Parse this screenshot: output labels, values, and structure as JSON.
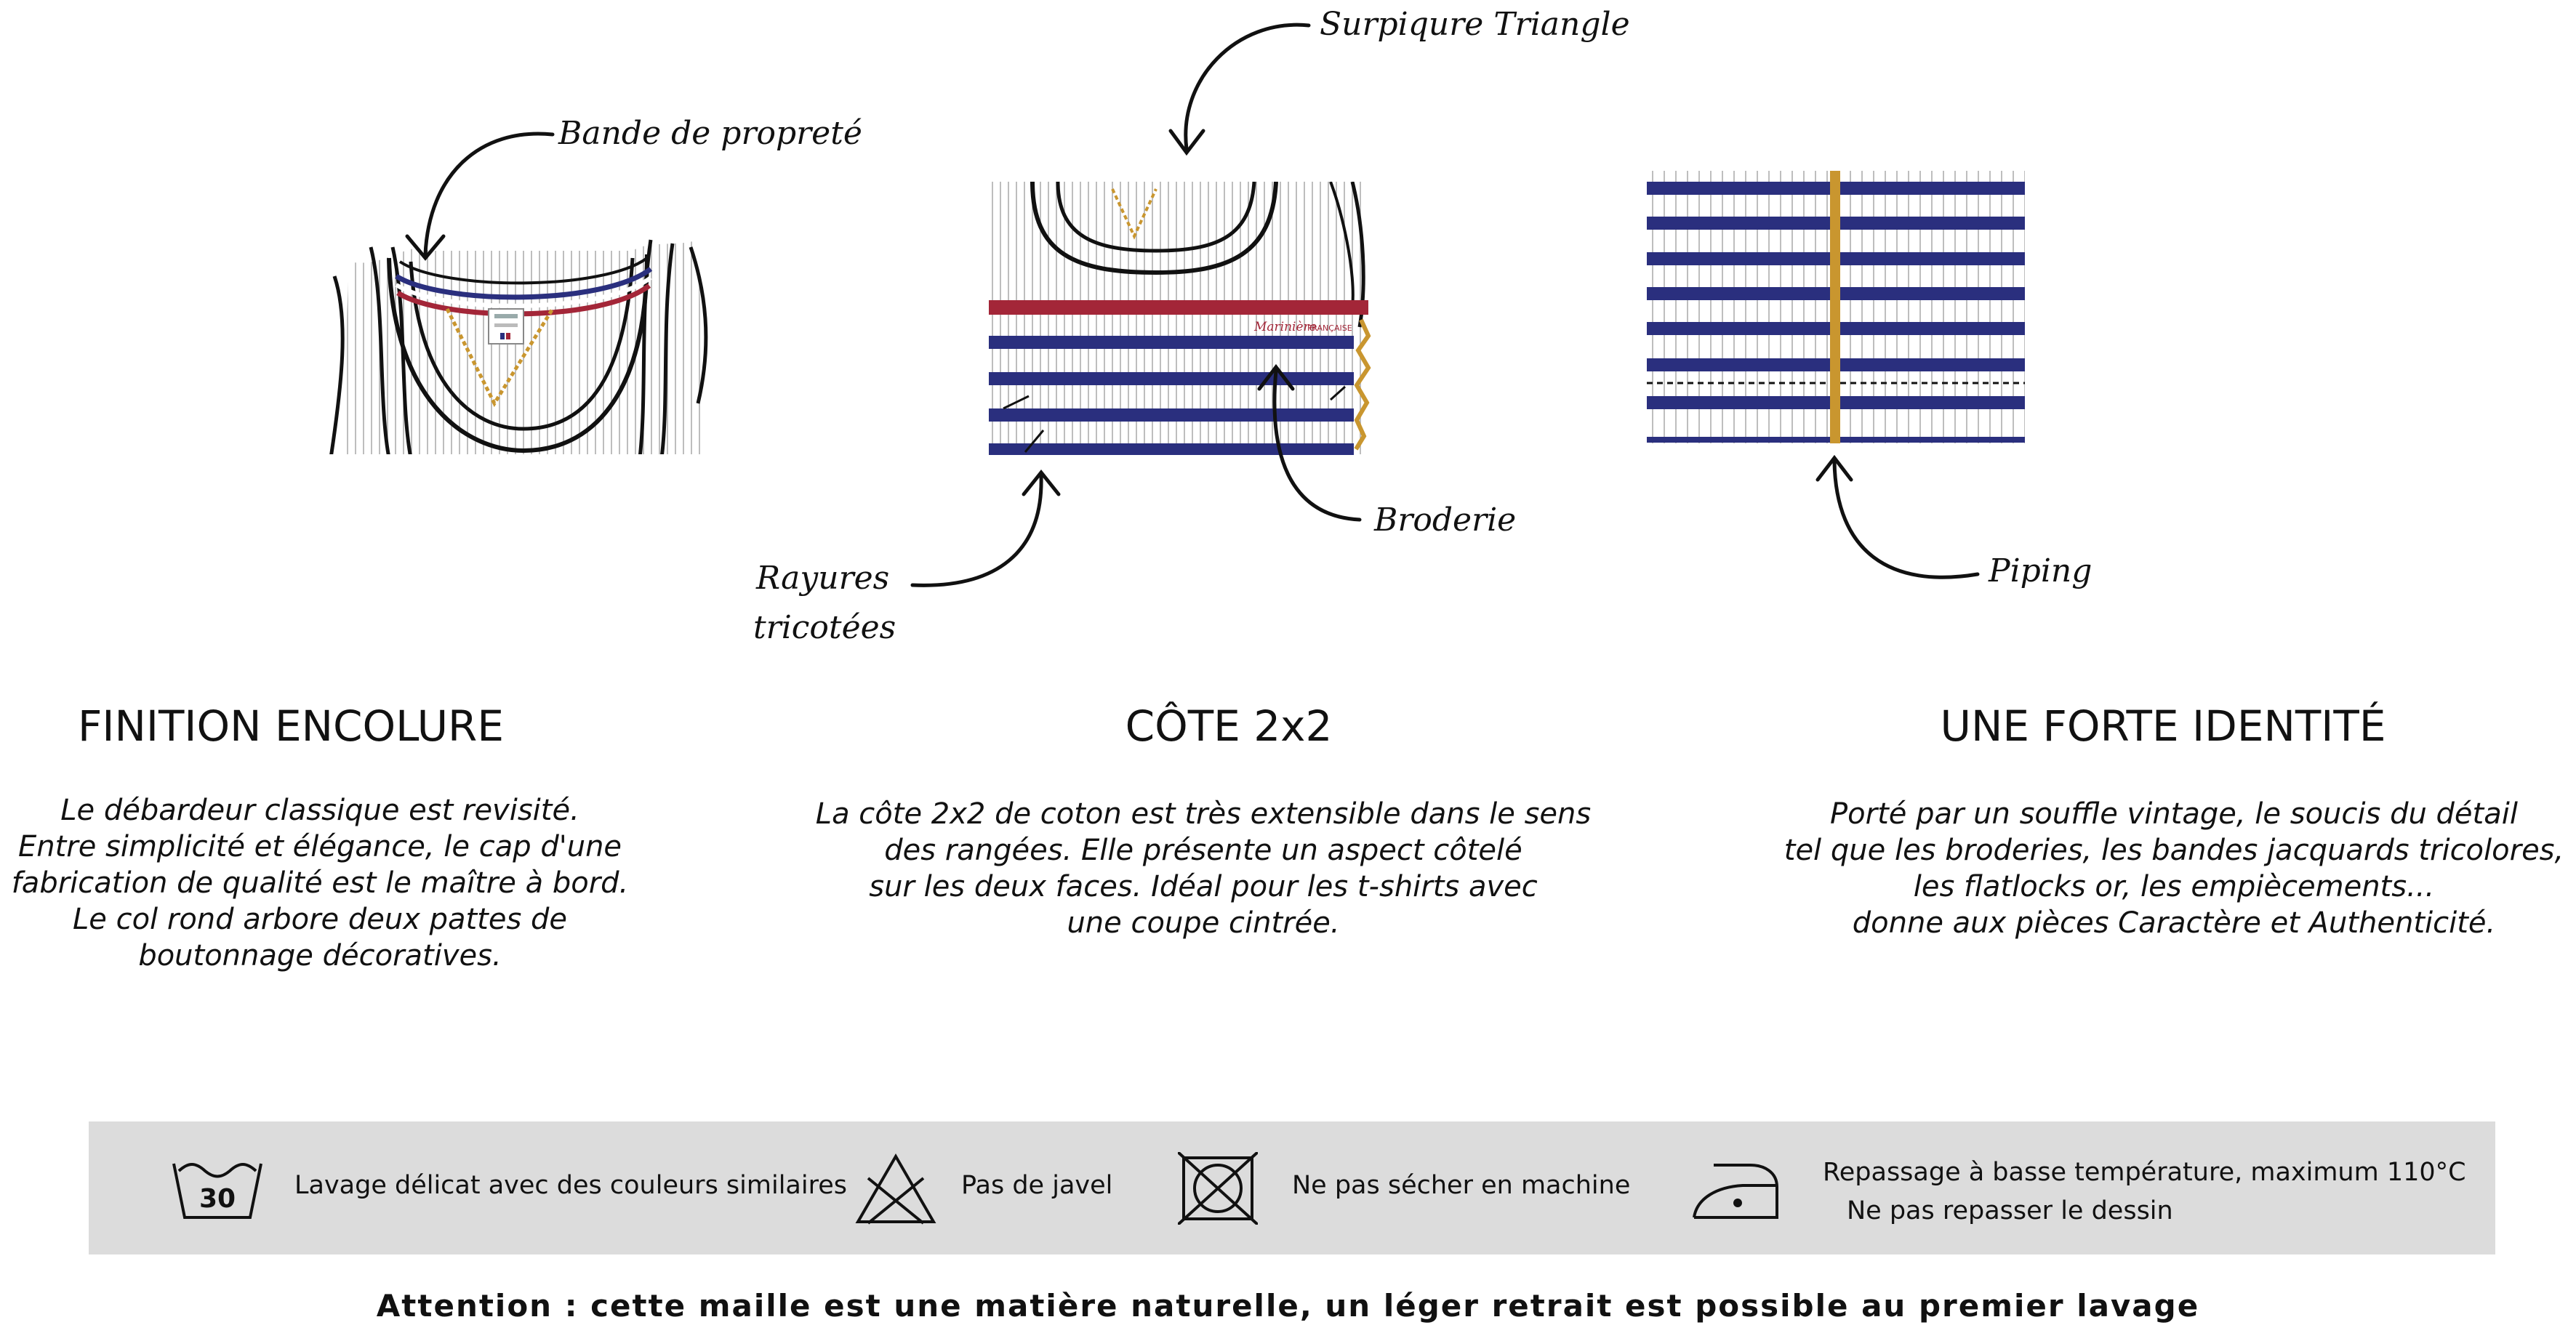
{
  "callouts": {
    "bande": "Bande de propreté",
    "surpiqure": "Surpiqure Triangle",
    "rayures_1": "Rayures",
    "rayures_2": "tricotées",
    "broderie": "Broderie",
    "piping": "Piping"
  },
  "embroidery": {
    "brand": "Marinière",
    "word": "FRANÇAISE"
  },
  "sections": [
    {
      "title": "FINITION ENCOLURE",
      "lines": [
        "Le débardeur classique est revisité.",
        "Entre simplicité et élégance, le cap d'une",
        "fabrication de qualité est le maître à bord.",
        "Le col rond arbore deux pattes de",
        "boutonnage décoratives."
      ]
    },
    {
      "title": "CÔTE 2x2",
      "lines": [
        "La côte 2x2 de coton est très extensible dans le sens",
        "des rangées. Elle présente un aspect côtelé",
        "sur les deux faces. Idéal pour les t-shirts avec",
        "une coupe cintrée."
      ]
    },
    {
      "title": "UNE FORTE IDENTITÉ",
      "lines": [
        "Porté par un souffle vintage, le soucis du détail",
        "tel que les broderies, les bandes jacquards tricolores,",
        "les flatlocks or, les empiècements...",
        "donne aux pièces Caractère et Authenticité."
      ]
    }
  ],
  "care": {
    "wash_temp": "30",
    "wash": "Lavage délicat avec des couleurs similaires",
    "bleach": "Pas de javel",
    "dryer": "Ne pas sécher en machine",
    "iron_1": "Repassage à basse température, maximum 110°C",
    "iron_2": "Ne pas repasser le dessin",
    "icons": [
      "wash-30-icon",
      "no-bleach-icon",
      "no-tumble-dry-icon",
      "iron-low-icon"
    ]
  },
  "warning": "Attention : cette maille est une matière naturelle, un léger retrait est possible au premier lavage",
  "colors": {
    "navy": "#2a2f7e",
    "red": "#a32638",
    "gold": "#c9962f",
    "band_grey": "#dcdcdc"
  }
}
